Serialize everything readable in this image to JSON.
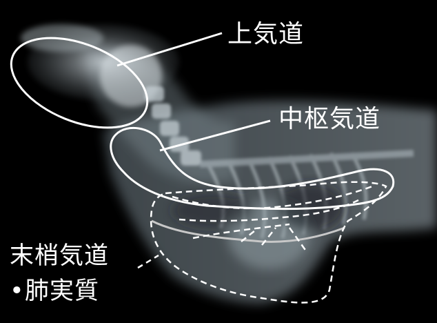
{
  "labels": {
    "upper_airway": "上気道",
    "central_airway": "中枢気道",
    "peripheral_airway_line1": "末梢気道",
    "peripheral_airway_line2": "肺実質"
  },
  "colors": {
    "background": "#000000",
    "outline": "#ffffff",
    "lung_border": "#c8c8c8"
  }
}
